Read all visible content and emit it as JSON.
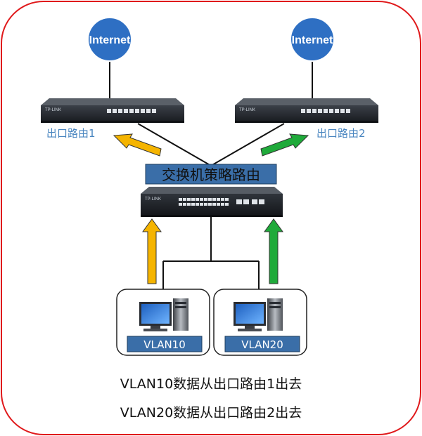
{
  "internet_left": "Internet",
  "internet_right": "Internet",
  "router_left_label": "出口路由1",
  "router_right_label": "出口路由2",
  "router_brand": "TP-LINK",
  "switch_label": "交换机策略路由",
  "pc_left_label": "VLAN10",
  "pc_right_label": "VLAN20",
  "caption_line1": "VLAN10数据从出口路由1出去",
  "caption_line2": "VLAN20数据从出口路由2出去",
  "colors": {
    "frame_border": "#e0191b",
    "internet_fill": "#2e6fc3",
    "label_box": "#3a6ea8",
    "arrow_orange": "#f5b400",
    "arrow_green": "#1faa3a",
    "router_label": "#4a86c0"
  }
}
